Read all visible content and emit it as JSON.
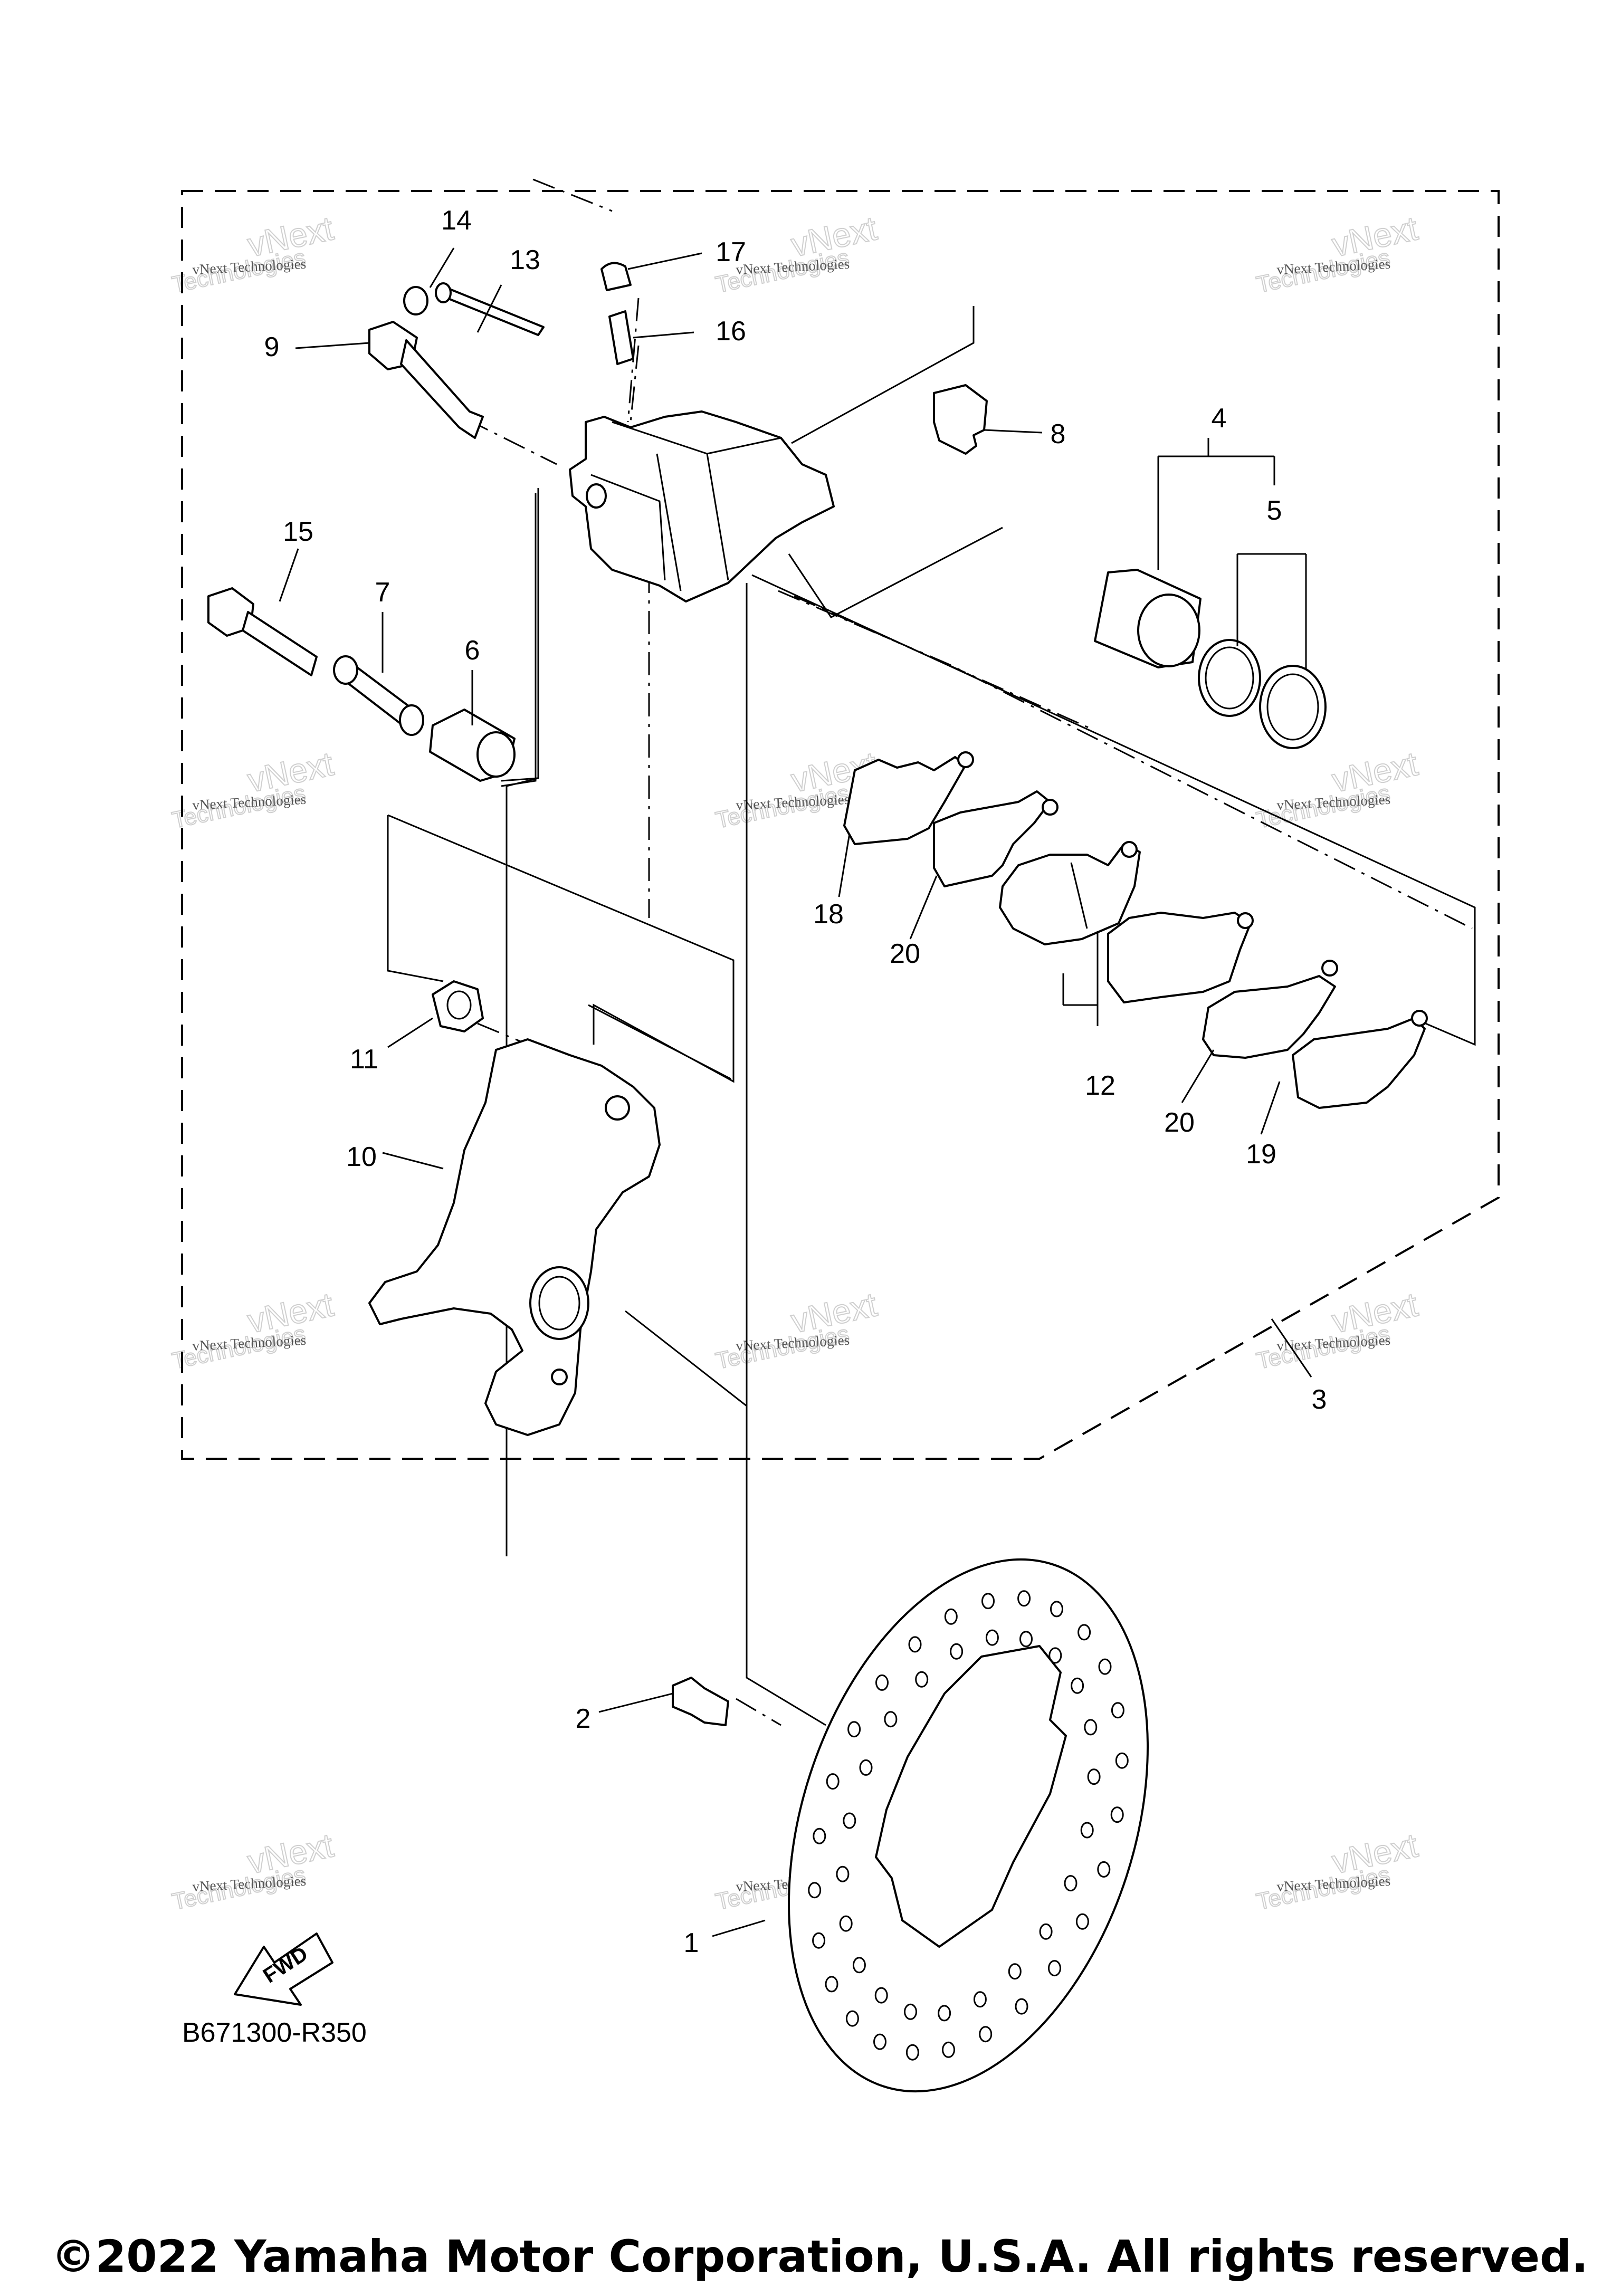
{
  "diagram": {
    "code": "B671300-R350",
    "fwd_label": "FWD",
    "copyright": "©2022 Yamaha Motor Corporation, U.S.A. All rights reserved."
  },
  "callouts": [
    "1",
    "2",
    "3",
    "4",
    "5",
    "6",
    "7",
    "8",
    "9",
    "10",
    "11",
    "12",
    "13",
    "14",
    "15",
    "16",
    "17",
    "18",
    "19",
    "20",
    "20"
  ],
  "watermark": {
    "line1": "vNext Technologies",
    "line2": "vNext",
    "line3": "Technologies"
  },
  "icons": {
    "fwd": "fwd-arrow-icon"
  }
}
